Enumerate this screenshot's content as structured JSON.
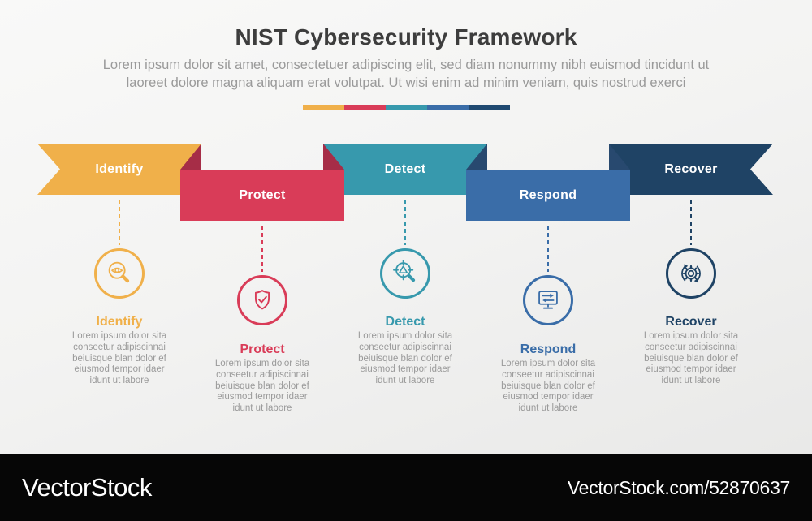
{
  "header": {
    "title": "NIST Cybersecurity Framework",
    "subtitle_line1": "Lorem ipsum dolor sit amet, consectetuer adipiscing elit, sed diam nonummy nibh euismod tincidunt ut",
    "subtitle_line2": "laoreet dolore magna aliquam erat volutpat. Ut wisi enim ad minim veniam, quis nostrud exerci"
  },
  "legend_bar": {
    "segment_colors": [
      "#F0B04A",
      "#D93C58",
      "#3799AD",
      "#3A6DA8",
      "#1F4971"
    ]
  },
  "steps": [
    {
      "label": "Identify",
      "color": "#F0B04A",
      "icon": "magnifier-eye-icon",
      "body_lines": [
        "Lorem ipsum dolor sita",
        "conseetur adipiscinnai",
        "beiuisque blan dolor ef",
        "eiusmod tempor idaer",
        "idunt ut labore"
      ]
    },
    {
      "label": "Protect",
      "color": "#D93C58",
      "fold_color": "#A62D47",
      "icon": "shield-check-icon",
      "body_lines": [
        "Lorem ipsum dolor sita",
        "conseetur adipiscinnai",
        "beiuisque blan dolor ef",
        "eiusmod tempor idaer",
        "idunt ut labore"
      ]
    },
    {
      "label": "Detect",
      "color": "#3799AD",
      "icon": "scan-warning-magnifier-icon",
      "body_lines": [
        "Lorem ipsum dolor sita",
        "conseetur adipiscinnai",
        "beiuisque blan dolor ef",
        "eiusmod tempor idaer",
        "idunt ut labore"
      ]
    },
    {
      "label": "Respond",
      "color": "#3A6DA8",
      "fold_color": "#28496F",
      "icon": "monitor-arrows-icon",
      "body_lines": [
        "Lorem ipsum dolor sita",
        "conseetur adipiscinnai",
        "beiuisque blan dolor ef",
        "eiusmod tempor idaer",
        "idunt ut labore"
      ]
    },
    {
      "label": "Recover",
      "color": "#1F4365",
      "icon": "gear-refresh-icon",
      "body_lines": [
        "Lorem ipsum dolor sita",
        "conseetur adipiscinnai",
        "beiuisque blan dolor ef",
        "eiusmod tempor idaer",
        "idunt ut labore"
      ]
    }
  ],
  "footer": {
    "logo_text": "VectorStock",
    "credit_text": "VectorStock.com/52870637"
  }
}
